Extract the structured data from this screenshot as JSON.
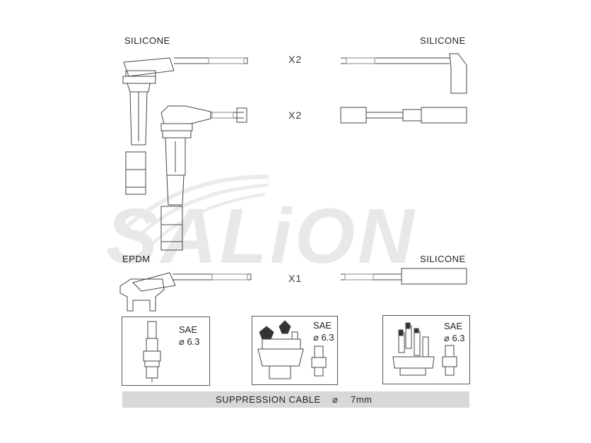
{
  "labels": {
    "silicone_top_left": "SILICONE",
    "silicone_top_right": "SILICONE",
    "epdm": "EPDM",
    "silicone_bottom_right": "SILICONE"
  },
  "quantities": {
    "row1": "X2",
    "row2": "X2",
    "row3": "X1"
  },
  "watermark": "SALiON",
  "boxes": [
    {
      "sae": "SAE",
      "dia": "⌀ 6.3"
    },
    {
      "sae": "SAE",
      "dia": "⌀ 6.3"
    },
    {
      "sae": "SAE",
      "dia": "⌀ 6.3"
    }
  ],
  "footer": {
    "text": "SUPPRESSION CABLE",
    "dia_symbol": "⌀",
    "size": "7mm"
  },
  "colors": {
    "line": "#444444",
    "watermark": "#e6e6e6",
    "footer_bg": "#d8d8d8"
  }
}
